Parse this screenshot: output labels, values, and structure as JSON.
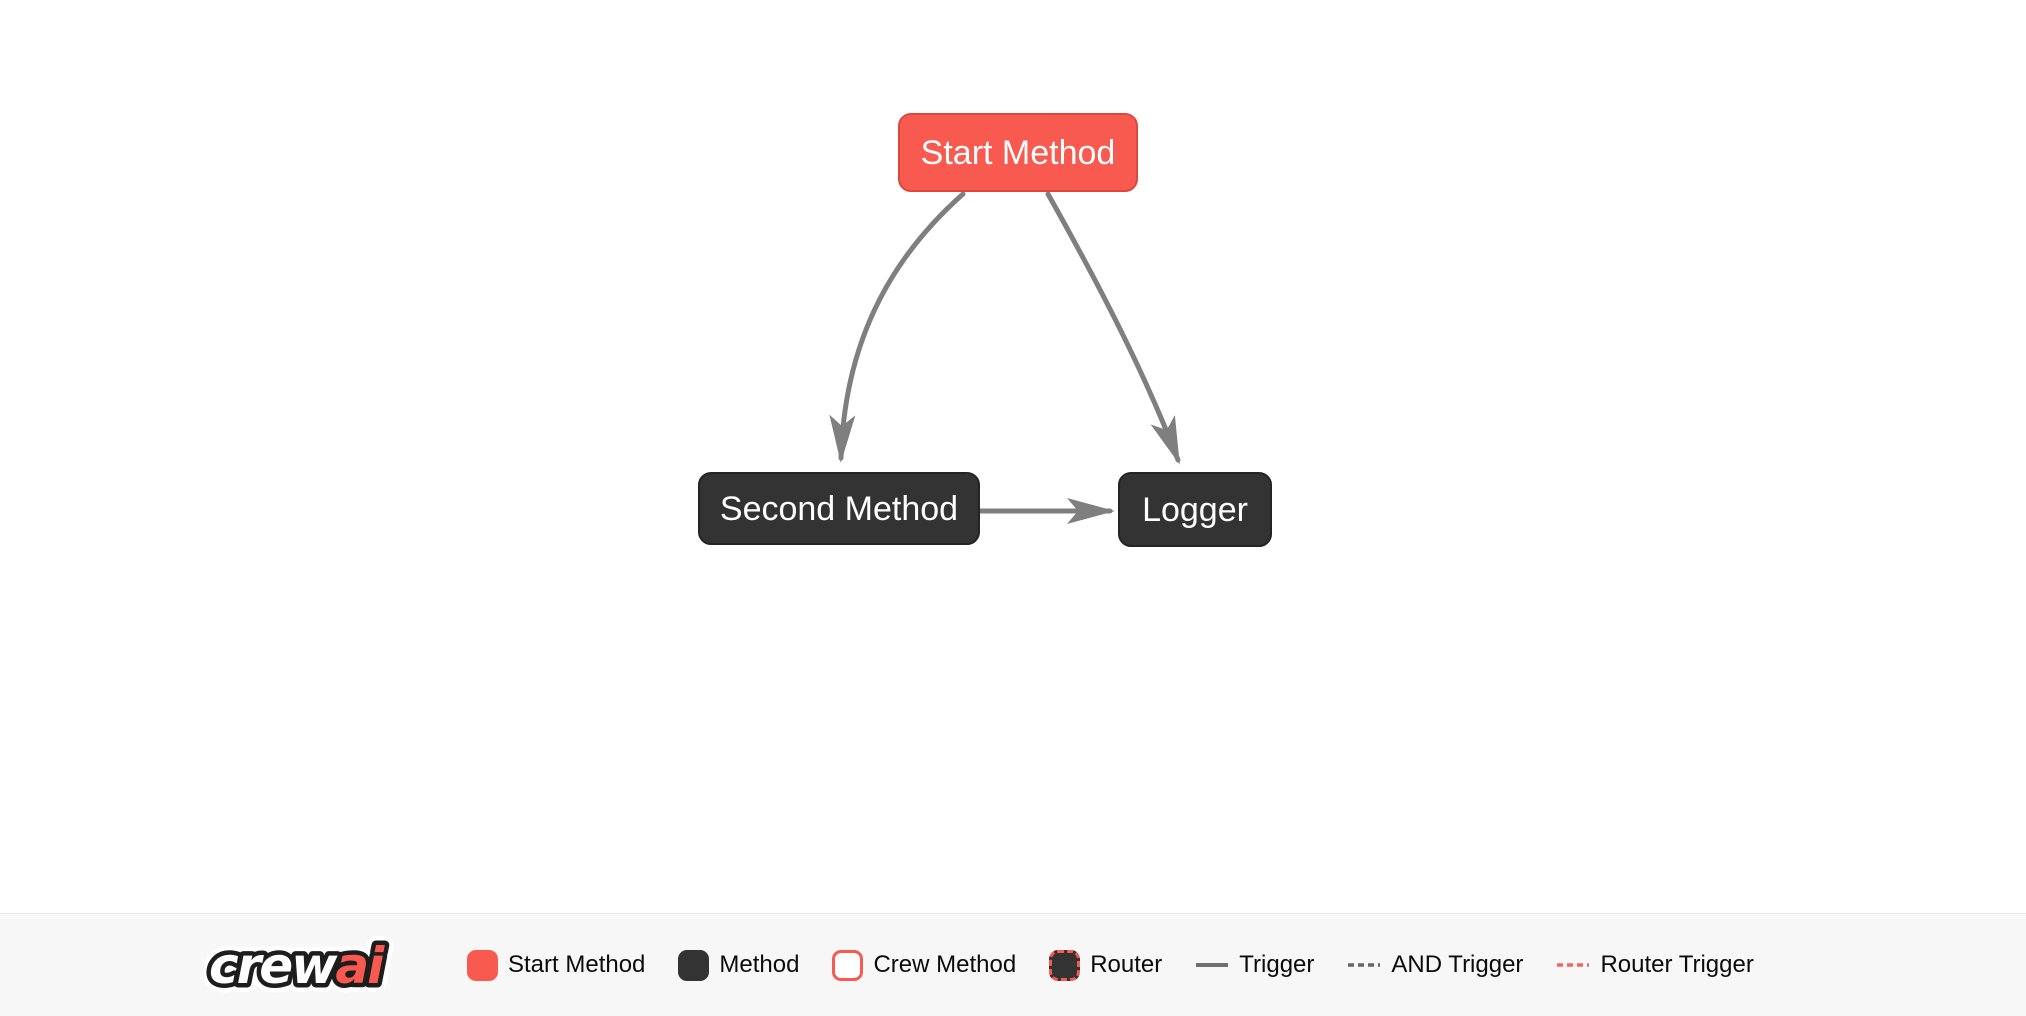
{
  "canvas": {
    "nodes": [
      {
        "id": "start_method",
        "label": "Start Method",
        "type": "start-method"
      },
      {
        "id": "second_method",
        "label": "Second Method",
        "type": "method"
      },
      {
        "id": "logger",
        "label": "Logger",
        "type": "method"
      }
    ],
    "edges": [
      {
        "from": "Start Method",
        "to": "Second Method",
        "type": "trigger"
      },
      {
        "from": "Start Method",
        "to": "Logger",
        "type": "trigger"
      },
      {
        "from": "Second Method",
        "to": "Logger",
        "type": "trigger"
      }
    ]
  },
  "legend": {
    "logo": {
      "crew": "crew",
      "ai": "ai"
    },
    "items": [
      {
        "label": "Start Method",
        "swatch": "start-method-swatch"
      },
      {
        "label": "Method",
        "swatch": "method-swatch"
      },
      {
        "label": "Crew Method",
        "swatch": "crew-method-swatch"
      },
      {
        "label": "Router",
        "swatch": "router-swatch"
      },
      {
        "label": "Trigger",
        "swatch": "trigger-line"
      },
      {
        "label": "AND Trigger",
        "swatch": "and-trigger-line"
      },
      {
        "label": "Router Trigger",
        "swatch": "router-trigger-line"
      }
    ]
  },
  "colors": {
    "brand_red": "#f95a50",
    "brand_red_border": "#e0473c",
    "method_dark": "#333333",
    "edge_gray": "#7f7f7f",
    "legend_background": "#f7f7f8",
    "legend_text": "#0b0b0b"
  }
}
